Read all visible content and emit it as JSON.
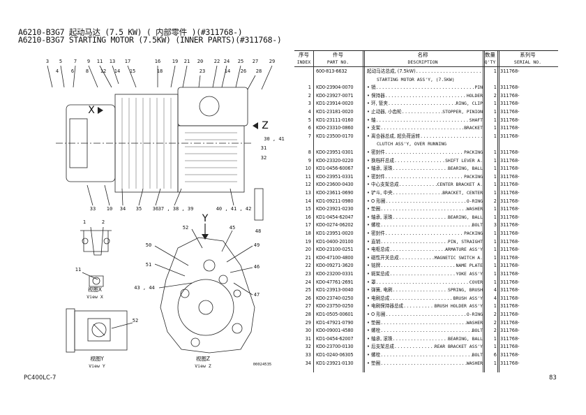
{
  "title_cn": "A6210-B3G7 起动马达 (7.5 KW) ( 内部零件 )(#311768-)",
  "title_en": "A6210-B3G7 STARTING MOTOR (7.5KW) (INNER PARTS)(#311768-)",
  "drawing": {
    "callouts_top": [
      "3",
      "5",
      "7",
      "9",
      "11",
      "13",
      "17",
      "16",
      "19",
      "21",
      "20",
      "22",
      "24",
      "25",
      "27",
      "29"
    ],
    "callouts_top2": [
      "4",
      "6",
      "8",
      "12",
      "14",
      "15",
      "18",
      "23",
      "14",
      "26",
      "28"
    ],
    "callouts_bottom": [
      "33",
      "10",
      "34",
      "35",
      "36",
      "37 , 38 , 39",
      "40 , 41 , 42"
    ],
    "callouts_side": [
      "30 , 41",
      "31",
      "32",
      "48"
    ],
    "callouts_lower": [
      "1",
      "2",
      "11",
      "52",
      "52",
      "45",
      "50",
      "49",
      "51",
      "46",
      "43 , 44",
      "47"
    ],
    "view_letters": [
      "X",
      "Z",
      "Y"
    ],
    "view_x_cn": "视图X",
    "view_x_en": "View X",
    "view_y_cn": "视图Y",
    "view_y_en": "View Y",
    "view_z_cn": "视图Z",
    "view_z_en": "View Z",
    "drawing_no": "00024535"
  },
  "table": {
    "headers": {
      "index_cn": "序号",
      "index_en": "INDEX",
      "part_cn": "件号",
      "part_en": "PART NO.",
      "desc_cn": "名称",
      "desc_en": "DESCRIPTION",
      "qty_cn": "数量",
      "qty_en": "Q'TY",
      "serial_cn": "系列号",
      "serial_en": "SERIAL NO."
    },
    "rows": [
      {
        "index": "",
        "part": "600-813-6632",
        "cn": "起动马达总成, (7.5kW)",
        "en": "",
        "en2": "STARTING MOTOR ASS'Y, (7.5KW)",
        "qty": "1",
        "serial": "311768-"
      },
      {
        "index": "1",
        "part": "KD0-23904-0070",
        "cn": "• 销",
        "en": "PIN",
        "qty": "1",
        "serial": "311768-"
      },
      {
        "index": "2",
        "part": "KD0-23927-0071",
        "cn": "• 保持器",
        "en": "HOLDER",
        "qty": "2",
        "serial": "311768-"
      },
      {
        "index": "3",
        "part": "KD1-23914-0020",
        "cn": "• 环, 管夹",
        "en": "RING, CLIP",
        "qty": "1",
        "serial": "311768-"
      },
      {
        "index": "4",
        "part": "KD1-23181-0020",
        "cn": "• 止动器, 小齿轮",
        "en": "STOPPER, PINION",
        "qty": "1",
        "serial": "311768-"
      },
      {
        "index": "5",
        "part": "KD1-23111-0160",
        "cn": "• 轴",
        "en": "SHAFT",
        "qty": "1",
        "serial": "311768-"
      },
      {
        "index": "6",
        "part": "KD0-23310-0860",
        "cn": "• 支架",
        "en": "BRACKET",
        "qty": "1",
        "serial": "311768-"
      },
      {
        "index": "7",
        "part": "KD1-23500-0170",
        "cn": "• 离合器总成, 超负荷运转",
        "en": "",
        "en2": "CLUTCH ASS'Y, OVER RUNNING",
        "qty": "1",
        "serial": "311768-"
      },
      {
        "index": "8",
        "part": "KD0-23951-0301",
        "cn": "• 密封件",
        "en": "PACKING",
        "qty": "1",
        "serial": "311768-"
      },
      {
        "index": "9",
        "part": "KD0-23320-0220",
        "cn": "• 换档杆总成",
        "en": "SHIFT LEVER A.",
        "qty": "1",
        "serial": "311768-"
      },
      {
        "index": "10",
        "part": "KD1-0456-60067",
        "cn": "• 轴承, 滚珠",
        "en": "BEARING, BALL",
        "qty": "1",
        "serial": "311768-"
      },
      {
        "index": "11",
        "part": "KD0-23951-0331",
        "cn": "• 密封件",
        "en": "PACKING",
        "qty": "1",
        "serial": "311768-"
      },
      {
        "index": "12",
        "part": "KD0-23600-0430",
        "cn": "• 中心支架总成",
        "en": "CENTER BRACKET A.",
        "qty": "1",
        "serial": "311768-"
      },
      {
        "index": "13",
        "part": "KD0-23611-0690",
        "cn": "• 铲斗, 中央",
        "en": "BRACKET, CENTER",
        "qty": "1",
        "serial": "311768-"
      },
      {
        "index": "14",
        "part": "KD1-09211-0980",
        "cn": "• O 形圈",
        "en": "O-RING",
        "qty": "2",
        "serial": "311768-"
      },
      {
        "index": "15",
        "part": "KD0-23921-0230",
        "cn": "• 垫圈",
        "en": "WASHER",
        "qty": "1",
        "serial": "311768-"
      },
      {
        "index": "16",
        "part": "KD1-0454-62047",
        "cn": "• 轴承, 滚珠",
        "en": "BEARING, BALL",
        "qty": "1",
        "serial": "311768-"
      },
      {
        "index": "17",
        "part": "KD0-0274-06202",
        "cn": "• 螺栓",
        "en": "BOLT",
        "qty": "3",
        "serial": "311768-"
      },
      {
        "index": "18",
        "part": "KD1-23951-0020",
        "cn": "• 密封件",
        "en": "PACKING",
        "qty": "1",
        "serial": "311768-"
      },
      {
        "index": "19",
        "part": "KD1-0400-20100",
        "cn": "• 直销",
        "en": "PIN, STRAIGHT",
        "qty": "1",
        "serial": "311768-"
      },
      {
        "index": "20",
        "part": "KD0-23100-0251",
        "cn": "• 电枢总成",
        "en": "ARMATURE ASS'Y",
        "qty": "1",
        "serial": "311768-"
      },
      {
        "index": "21",
        "part": "KD0-47100-4800",
        "cn": "• 磁性开关总成",
        "en": "MAGNETIC SWITCH A.",
        "qty": "1",
        "serial": "311768-"
      },
      {
        "index": "22",
        "part": "KD0-09271-3620",
        "cn": "• 铭牌",
        "en": "NAME PLATE",
        "qty": "1",
        "serial": "311768-"
      },
      {
        "index": "23",
        "part": "KD0-23200-0331",
        "cn": "• 轭架总成",
        "en": "YOKE ASS'Y",
        "qty": "1",
        "serial": "311768-"
      },
      {
        "index": "24",
        "part": "KD0-47761-2691",
        "cn": "• 罩",
        "en": "COVER",
        "qty": "1",
        "serial": "311768-"
      },
      {
        "index": "25",
        "part": "KD1-23913-0040",
        "cn": "• 弹簧, 电刷",
        "en": "SPRING, BRUSH",
        "qty": "4",
        "serial": "311768-"
      },
      {
        "index": "26",
        "part": "KD0-23740-0250",
        "cn": "• 电刷总成",
        "en": "BRUSH ASS'Y",
        "qty": "4",
        "serial": "311768-"
      },
      {
        "index": "27",
        "part": "KD0-23750-0250",
        "cn": "• 电刷保持器总成",
        "en": "BRUSH HOLDER ASS'Y",
        "qty": "1",
        "serial": "311768-"
      },
      {
        "index": "28",
        "part": "KD1-0505-00601",
        "cn": "• O 形圈",
        "en": "O-RING",
        "qty": "2",
        "serial": "311768-"
      },
      {
        "index": "29",
        "part": "KD1-47921-0790",
        "cn": "• 垫圈",
        "en": "WASHER",
        "qty": "2",
        "serial": "311768-"
      },
      {
        "index": "30",
        "part": "KD0-09001-4580",
        "cn": "• 螺栓",
        "en": "BOLT",
        "qty": "2",
        "serial": "311768-"
      },
      {
        "index": "31",
        "part": "KD1-0454-62007",
        "cn": "• 轴承, 滚珠",
        "en": "BEARING, BALL",
        "qty": "1",
        "serial": "311768-"
      },
      {
        "index": "32",
        "part": "KD0-23700-0130",
        "cn": "• 后支架总成",
        "en": "REAR BRACKET ASS'Y",
        "qty": "1",
        "serial": "311768-"
      },
      {
        "index": "33",
        "part": "KD1-0240-06305",
        "cn": "• 螺栓",
        "en": "BOLT",
        "qty": "6",
        "serial": "311768-"
      },
      {
        "index": "34",
        "part": "KD1-23921-0130",
        "cn": "• 垫圈",
        "en": "WASHER",
        "qty": "1",
        "serial": "311768-"
      }
    ]
  },
  "footer": {
    "model": "PC400LC-7",
    "page": "83"
  }
}
